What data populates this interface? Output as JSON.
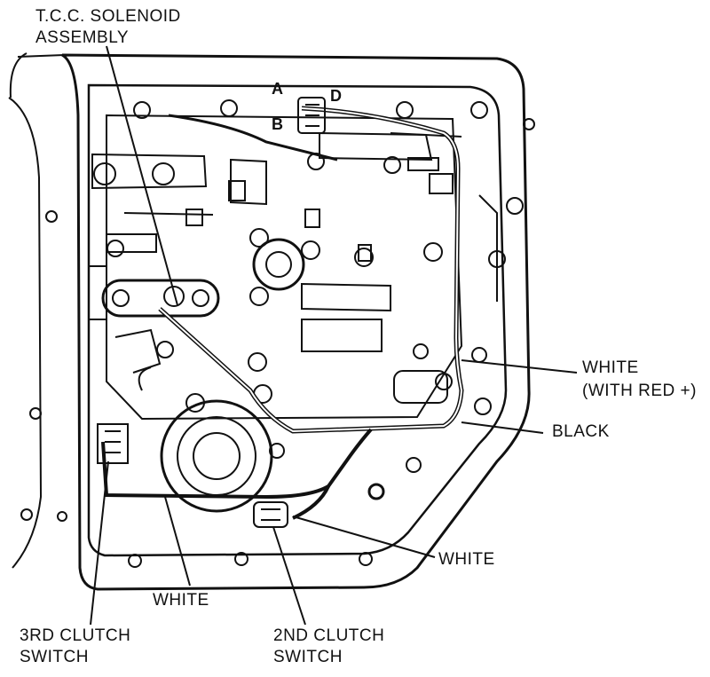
{
  "labels": {
    "tcc_line1": "T.C.C. SOLENOID",
    "tcc_line2": "ASSEMBLY",
    "white_red_line1": "WHITE",
    "white_red_line2": "(WITH RED +)",
    "black": "BLACK",
    "white_right": "WHITE",
    "white_bottom": "WHITE",
    "third_line1": "3RD CLUTCH",
    "third_line2": "SWITCH",
    "second_line1": "2ND CLUTCH",
    "second_line2": "SWITCH"
  },
  "connector_pins": {
    "a": "A",
    "b": "B",
    "d": "D"
  },
  "colors": {
    "ink": "#111111",
    "background": "#ffffff"
  }
}
